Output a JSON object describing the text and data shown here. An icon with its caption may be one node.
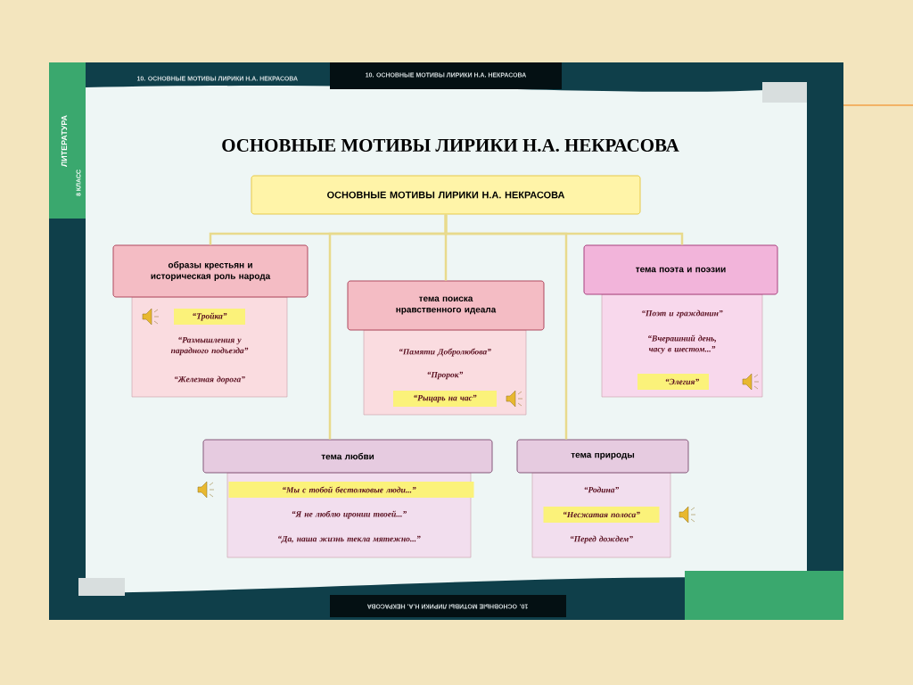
{
  "diagram": {
    "title": "ОСНОВНЫЕ МОТИВЫ ЛИРИКИ Н.А. НЕКРАСОВА",
    "nodes": [
      {
        "text": [
          "ОСНОВНЫЕ МОТИВЫ ЛИРИКИ Н.А. НЕКРАСОВА"
        ]
      },
      {
        "text": [
          "образы крестьян и историческая роль народа"
        ]
      },
      {
        "text": [
          "“Тройка”",
          "“Размышления у парадного подъезда”",
          "“Железная дорога”"
        ]
      },
      {
        "text": [
          "тема поиска нравственного идеала"
        ]
      },
      {
        "text": [
          "“Памяти Добролюбова”",
          "“Пророк”",
          "“Рыцарь на час”"
        ]
      },
      {
        "text": [
          "тема поэта и поэзии"
        ]
      },
      {
        "text": [
          "“Поэт и гражданин”",
          "“Вчерашний день, часу в шестом...”",
          "“Элегия”"
        ]
      },
      {
        "text": [
          "тема любви"
        ]
      },
      {
        "text": [
          "“Мы с тобой бестолковые люди...”",
          "“Я не люблю иронии твоей...”",
          "“Да, наша жизнь текла мятежно...”"
        ]
      },
      {
        "text": [
          "тема природы"
        ]
      },
      {
        "text": [
          "“Родина”",
          "“Несжатая полоса”",
          "“Перед дождем”"
        ]
      }
    ],
    "edges": [
      {
        "from": 0,
        "to": 1,
        "arrow": "none"
      },
      {
        "from": 0,
        "to": 3,
        "arrow": "none"
      },
      {
        "from": 0,
        "to": 5,
        "arrow": "none"
      },
      {
        "from": 0,
        "to": 7,
        "arrow": "none"
      },
      {
        "from": 0,
        "to": 9,
        "arrow": "none"
      }
    ],
    "labels": [
      "10. ОСНОВНЫЕ МОТИВЫ ЛИРИКИ Н.А. НЕКРАСОВА",
      "10. ОСНОВНЫЕ МОТИВЫ ЛИРИКИ Н.А. НЕКРАСОВА",
      "ЛИТЕРАТУРА",
      "8 КЛАСС",
      "10. ОСНОВНЫЕ МОТИВЫ ЛИРИКИ Н.А. НЕКРАСОВА"
    ]
  }
}
